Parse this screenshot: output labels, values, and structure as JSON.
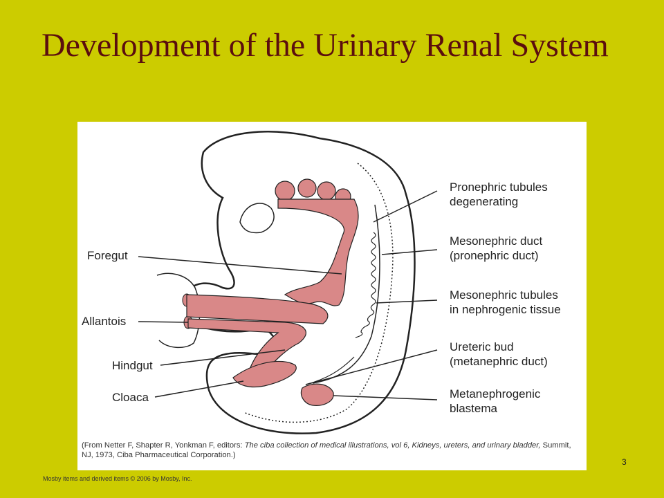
{
  "slide": {
    "title": "Development of the Urinary Renal System",
    "number": "3",
    "footer": "Mosby items and derived items © 2006 by Mosby, Inc."
  },
  "figure": {
    "labels": {
      "foregut": "Foregut",
      "allantois": "Allantois",
      "hindgut": "Hindgut",
      "cloaca": "Cloaca",
      "pronephric_1": "Pronephric tubules",
      "pronephric_2": "degenerating",
      "mesonephric_duct_1": "Mesonephric duct",
      "mesonephric_duct_2": "(pronephric duct)",
      "mesonephric_tubules_1": "Mesonephric tubules",
      "mesonephric_tubules_2": "in nephrogenic tissue",
      "ureteric_bud_1": "Ureteric bud",
      "ureteric_bud_2": "(metanephric duct)",
      "metanephrogenic_1": "Metanephrogenic",
      "metanephrogenic_2": "blastema"
    },
    "caption": {
      "part1": "(From Netter F, Shapter R, Yonkman F, editors: ",
      "italic": "The ciba collection of medical illustrations, vol 6, Kidneys, ureters, and urinary bladder,",
      "part2": " Summit, NJ, 1973, Ciba Pharmaceutical Corporation.)"
    },
    "colors": {
      "gut": "#d98888",
      "outline": "#222222",
      "background": "#ffffff"
    }
  }
}
